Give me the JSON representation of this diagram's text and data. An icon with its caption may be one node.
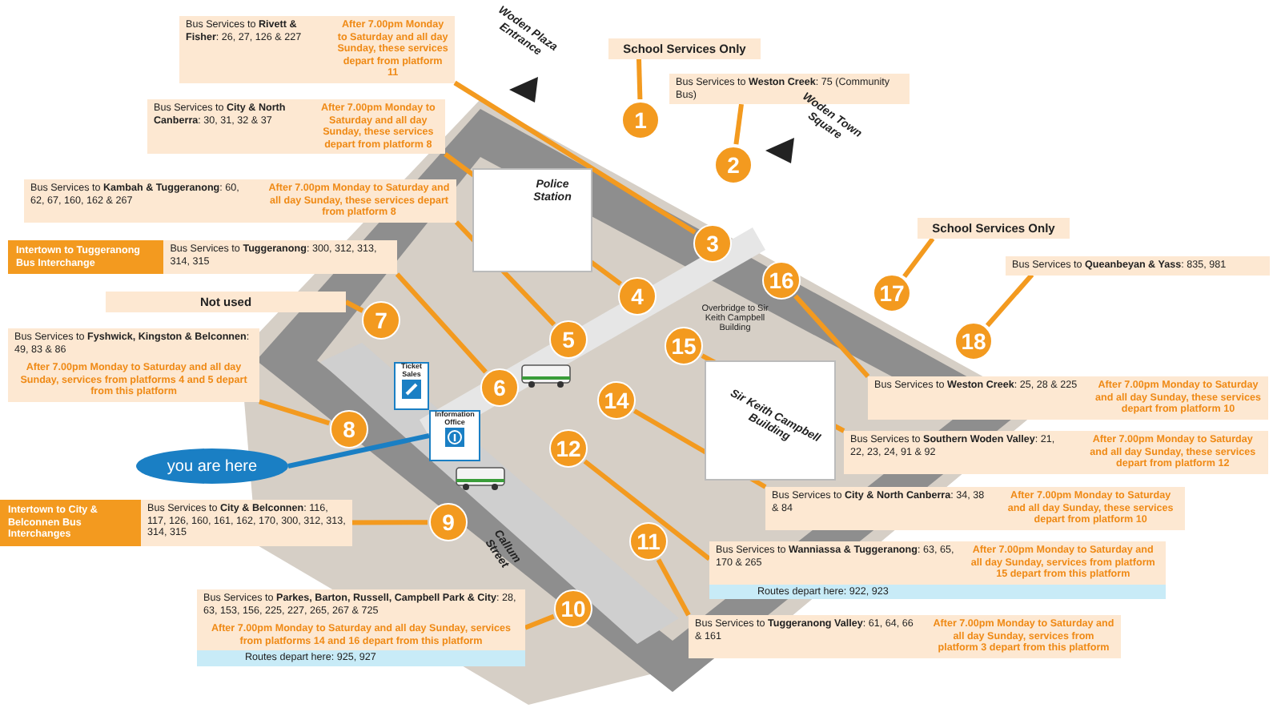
{
  "diagram": {
    "nodes": [
      {
        "text": [
          "School Services Only"
        ]
      },
      {
        "text": [
          "Bus Services to **Rivett & Fisher**: 26, 27, 126 & 227",
          "After 7.00pm Monday to Saturday and all day Sunday, these services depart from platform 11"
        ]
      },
      {
        "text": [
          "Bus Services to **Weston Creek**: 75 (Community Bus)"
        ]
      },
      {
        "text": [
          "Bus Services to **City & North Canberra**: 30, 31, 32 & 37",
          "After 7.00pm Monday to Saturday and all day Sunday, these services depart from platform 8"
        ]
      },
      {
        "text": [
          "Bus Services to **Kambah & Tuggeranong**: 60, 62, 67, 160, 162 & 267",
          "After 7.00pm Monday to Saturday and all day Sunday, these services depart from platform 8"
        ]
      },
      {
        "text": [
          "School Services Only"
        ]
      },
      {
        "text": [
          "Bus Services to **Queanbeyan & Yass**: 835, 981"
        ]
      },
      {
        "text": [
          "Intertown to Tuggeranong Bus Interchange",
          "Bus Services to **Tuggeranong**: 300, 312, 313, 314, 315"
        ]
      },
      {
        "text": [
          "Not used"
        ]
      },
      {
        "text": [
          "Bus Services to **Fyshwick, Kingston & Belconnen**: 49, 83 & 86",
          "After 7.00pm Monday to Saturday and all day Sunday, services from platforms 4 and 5 depart from this platform"
        ]
      },
      {
        "text": [
          "Bus Services to **Weston Creek**: 25, 28 & 225",
          "After 7.00pm Monday to Saturday and all day Sunday, these services depart from platform 10"
        ]
      },
      {
        "text": [
          "Bus Services to **Southern Woden Valley**: 21, 22, 23, 24, 91 & 92",
          "After 7.00pm Monday to Saturday and all day Sunday, these services depart from platform 12"
        ]
      },
      {
        "text": [
          "you are here"
        ]
      },
      {
        "text": [
          "Bus Services to **City & North Canberra**: 34, 38 & 84",
          "After 7.00pm Monday to Saturday and all day Sunday, these services depart from platform 10"
        ]
      },
      {
        "text": [
          "Intertown to City & Belconnen Bus Interchanges",
          "Bus Services to **City & Belconnen**: 116, 117, 126, 160, 161, 162, 170, 300, 312, 313, 314, 315"
        ]
      },
      {
        "text": [
          "Bus Services to **Wanniassa & Tuggeranong**: 63, 65, 170 & 265",
          "After 7.00pm Monday to Saturday and all day Sunday, services from platform 15 depart from this platform",
          "Routes depart here: 922, 923"
        ]
      },
      {
        "text": [
          "Bus Services to **Tuggeranong Valley**: 61, 64, 66 & 161",
          "After 7.00pm Monday to Saturday and all day Sunday, services from platform 3 depart from this platform"
        ]
      },
      {
        "text": [
          "Bus Services to **Parkes, Barton, Russell, Campbell Park & City**: 28, 63, 153, 156, 225, 227, 265, 267 & 725",
          "After 7.00pm Monday to Saturday and all day Sunday, services from platforms 14 and 16 depart from this platform",
          "Routes depart here: 925, 927"
        ]
      },
      {
        "text": [
          "1"
        ]
      },
      {
        "text": [
          "2"
        ]
      },
      {
        "text": [
          "3"
        ]
      },
      {
        "text": [
          "4"
        ]
      },
      {
        "text": [
          "5"
        ]
      },
      {
        "text": [
          "6"
        ]
      },
      {
        "text": [
          "7"
        ]
      },
      {
        "text": [
          "8"
        ]
      },
      {
        "text": [
          "9"
        ]
      },
      {
        "text": [
          "10"
        ]
      },
      {
        "text": [
          "11"
        ]
      },
      {
        "text": [
          "12"
        ]
      },
      {
        "text": [
          "14"
        ]
      },
      {
        "text": [
          "15"
        ]
      },
      {
        "text": [
          "16"
        ]
      },
      {
        "text": [
          "17"
        ]
      },
      {
        "text": [
          "18"
        ]
      },
      {
        "text": [
          "Police Station"
        ]
      },
      {
        "text": [
          "Sir Keith Campbell Building"
        ]
      },
      {
        "text": [
          "Ticket Sales"
        ]
      },
      {
        "text": [
          "Information Office"
        ]
      }
    ],
    "edges": [
      {
        "from": 0,
        "to": 18,
        "arrow": "none"
      },
      {
        "from": 1,
        "to": 20,
        "arrow": "none"
      },
      {
        "from": 2,
        "to": 19,
        "arrow": "none"
      },
      {
        "from": 3,
        "to": 21,
        "arrow": "none"
      },
      {
        "from": 4,
        "to": 22,
        "arrow": "none"
      },
      {
        "from": 5,
        "to": 33,
        "arrow": "none"
      },
      {
        "from": 6,
        "to": 34,
        "arrow": "none"
      },
      {
        "from": 7,
        "to": 23,
        "arrow": "none"
      },
      {
        "from": 8,
        "to": 24,
        "arrow": "none"
      },
      {
        "from": 9,
        "to": 25,
        "arrow": "none"
      },
      {
        "from": 10,
        "to": 32,
        "arrow": "none"
      },
      {
        "from": 11,
        "to": 31,
        "arrow": "none"
      },
      {
        "from": 12,
        "to": 38,
        "arrow": "none",
        "color": "#1a7fc4"
      },
      {
        "from": 13,
        "to": 30,
        "arrow": "none"
      },
      {
        "from": 14,
        "to": 26,
        "arrow": "none"
      },
      {
        "from": 15,
        "to": 29,
        "arrow": "none"
      },
      {
        "from": 16,
        "to": 28,
        "arrow": "none"
      },
      {
        "from": 17,
        "to": 27,
        "arrow": "none"
      }
    ],
    "labels": [
      "Woden Plaza Entrance",
      "Woden Town Square",
      "Overbridge to Sir Keith Campbell Building",
      "Callum Street"
    ]
  }
}
